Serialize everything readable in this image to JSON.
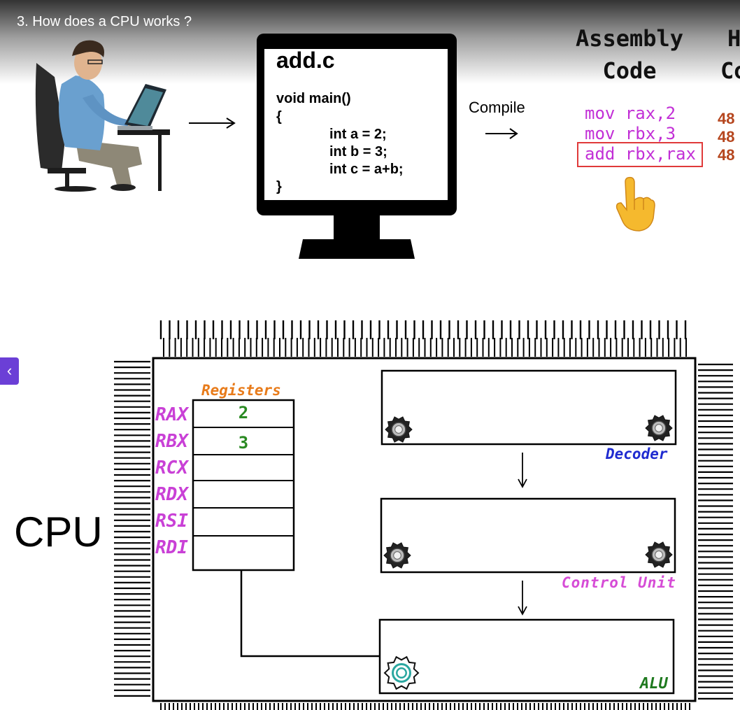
{
  "title": "3. How does a CPU works ?",
  "source": {
    "filename": "add.c",
    "lines": [
      "void main()",
      "{",
      "int a = 2;",
      "int b = 3;",
      "int c = a+b;",
      "}"
    ]
  },
  "compile_label": "Compile",
  "assembly": {
    "heading_line1": "Assembly",
    "heading_line2": "Code",
    "lines": [
      "mov rax,2",
      "mov rbx,3",
      "add rbx,rax"
    ],
    "highlighted_index": 2
  },
  "hex": {
    "heading_line1": "H",
    "heading_line2": "Co",
    "values": [
      "48",
      "48",
      "48"
    ]
  },
  "cpu": {
    "label": "CPU",
    "registers_heading": "Registers",
    "registers": [
      {
        "name": "RAX",
        "value": "2"
      },
      {
        "name": "RBX",
        "value": "3"
      },
      {
        "name": "RCX",
        "value": ""
      },
      {
        "name": "RDX",
        "value": ""
      },
      {
        "name": "RSI",
        "value": ""
      },
      {
        "name": "RDI",
        "value": ""
      }
    ],
    "decoder_label": "Decoder",
    "control_unit_label": "Control Unit",
    "alu_label": "ALU"
  },
  "colors": {
    "assembly": "#c22fd6",
    "hex": "#b5451d",
    "registers_heading": "#e87b1a",
    "register_names": "#c940d6",
    "register_values": "#2a8a22",
    "decoder": "#1f2bd0",
    "control_unit": "#d64cd6",
    "alu": "#1f7a1f",
    "highlight_box": "#e03a3a",
    "side_button": "#6b3fd6"
  },
  "icons": [
    "programmer-illustration",
    "arrow-right-icon",
    "pointing-hand-icon",
    "gear-icon",
    "chevron-left-icon"
  ]
}
